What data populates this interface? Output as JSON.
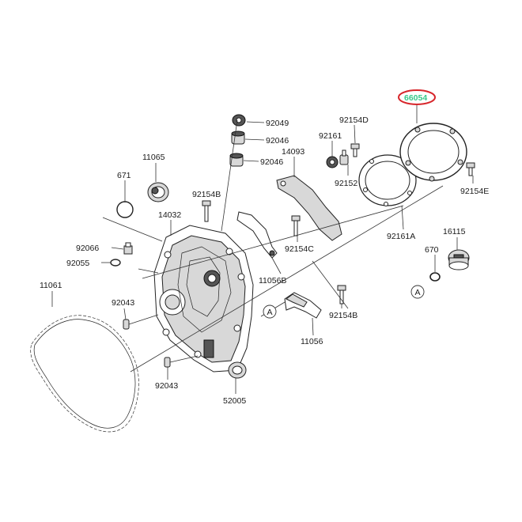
{
  "labels": {
    "p66054": "66054",
    "p92049": "92049",
    "p92046a": "92046",
    "p92046b": "92046",
    "p92154d": "92154D",
    "p92161": "92161",
    "p14093": "14093",
    "p11065": "11065",
    "p671": "671",
    "p92154b_top": "92154B",
    "p92152": "92152",
    "p92154e": "92154E",
    "p14032": "14032",
    "p16115": "16115",
    "p92161a": "92161A",
    "p92066": "92066",
    "p92055": "92055",
    "p92154c": "92154C",
    "p670": "670",
    "p11061": "11061",
    "p11056b": "11056B",
    "p92043a": "92043",
    "p92154b_bot": "92154B",
    "p11056": "11056",
    "p92043b": "92043",
    "p52005": "52005",
    "ref_a1": "A",
    "ref_a2": "A"
  },
  "colors": {
    "highlight_text": "#37c98a",
    "highlight_ring": "#d7262b"
  }
}
